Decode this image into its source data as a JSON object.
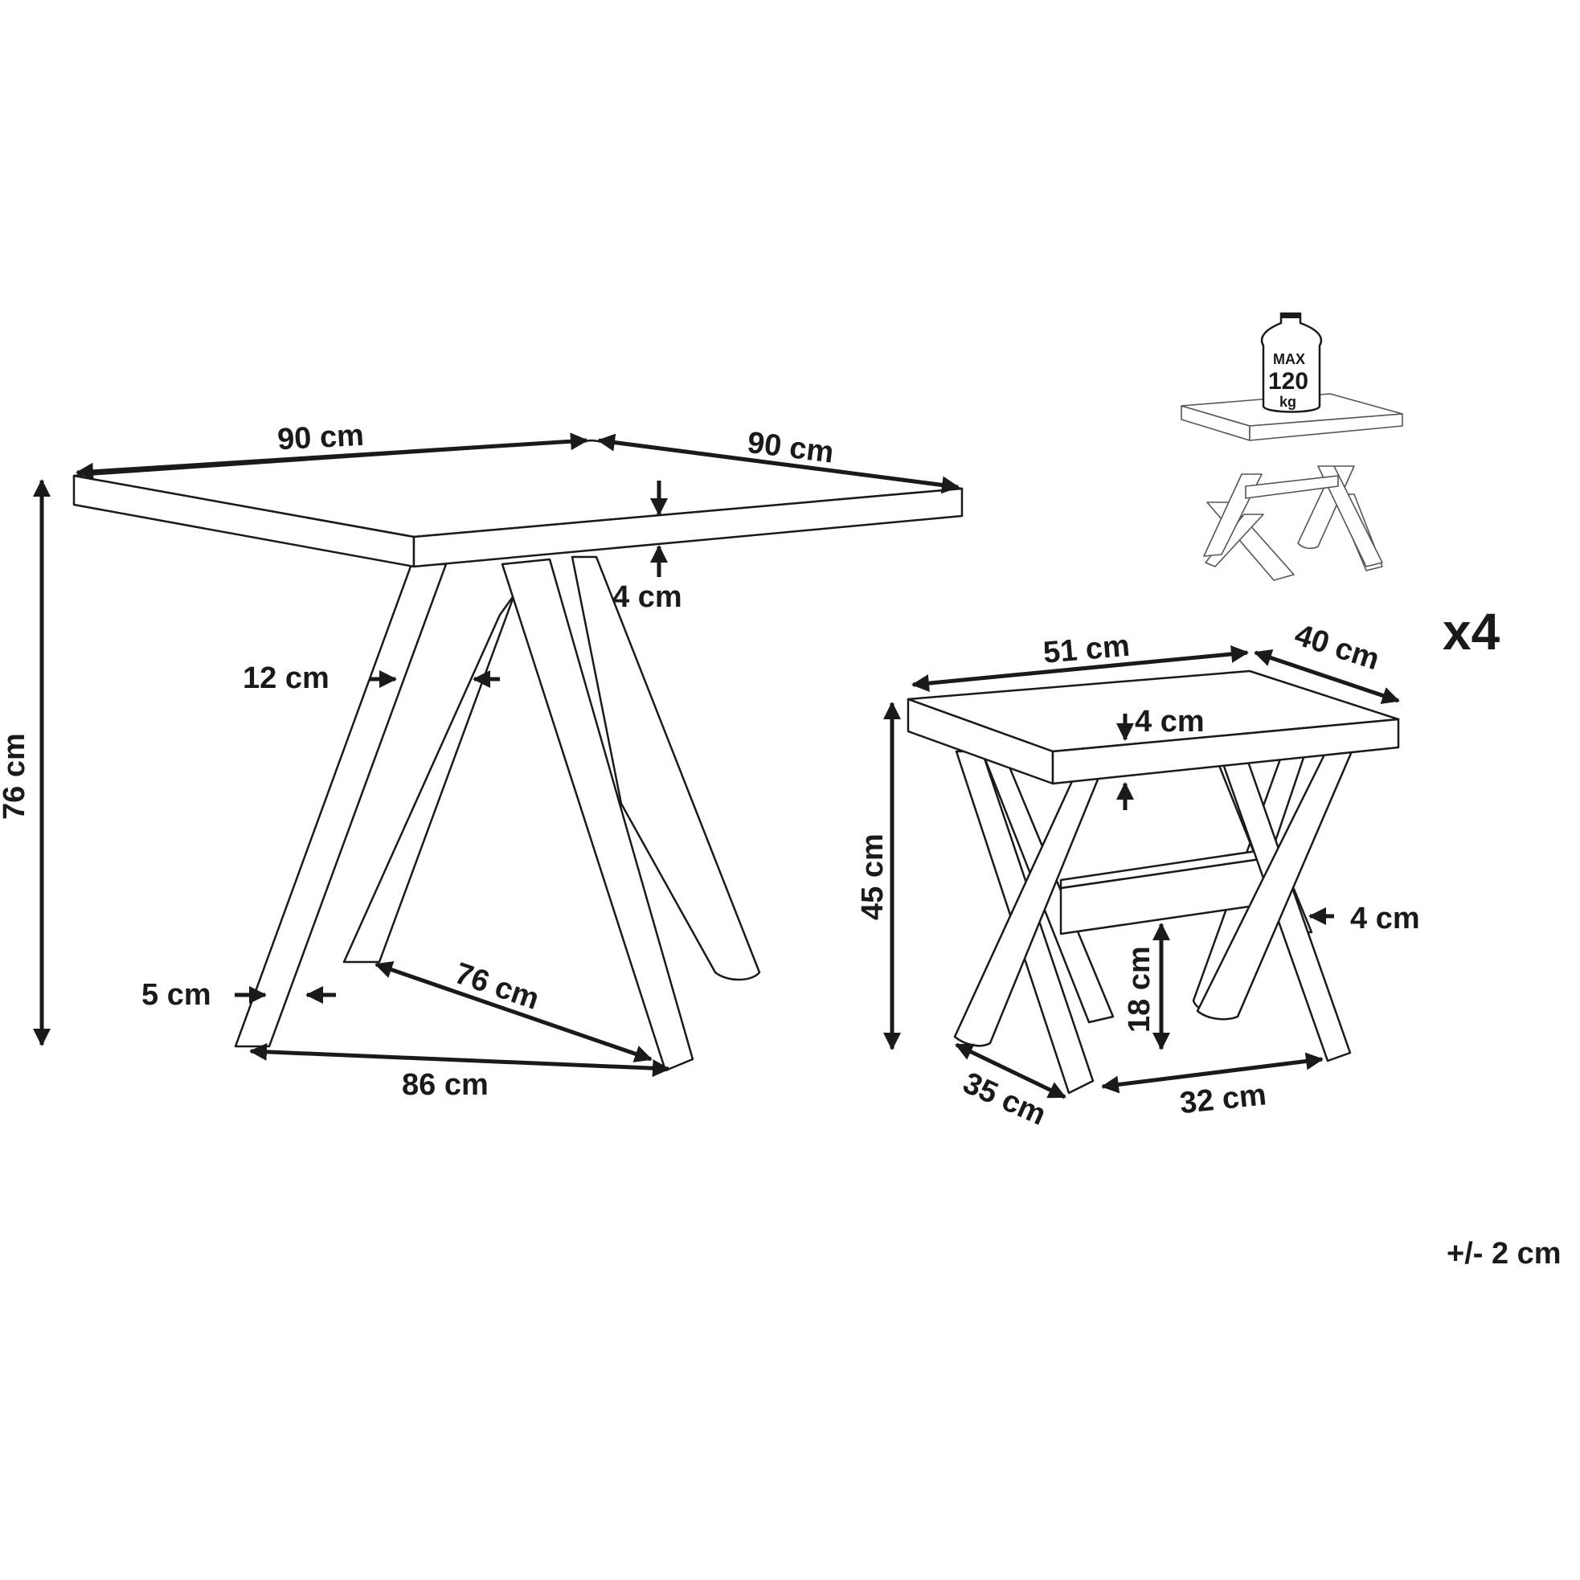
{
  "table": {
    "width_label": "90 cm",
    "depth_label": "90 cm",
    "height_label": "76 cm",
    "top_thickness_label": "4 cm",
    "leg_width_label": "12 cm",
    "leg_thickness_label": "5 cm",
    "leg_span_side_label": "76 cm",
    "leg_span_front_label": "86 cm"
  },
  "stool": {
    "width_label": "51 cm",
    "depth_label": "40 cm",
    "height_label": "45 cm",
    "top_thickness_label": "4 cm",
    "leg_thickness_label": "4 cm",
    "shelf_height_label": "18 cm",
    "base_depth_label": "35 cm",
    "base_width_label": "32 cm",
    "quantity_label": "x4"
  },
  "max_load": {
    "line1": "MAX",
    "line2": "120",
    "line3": "kg"
  },
  "tolerance_label": "+/- 2 cm"
}
